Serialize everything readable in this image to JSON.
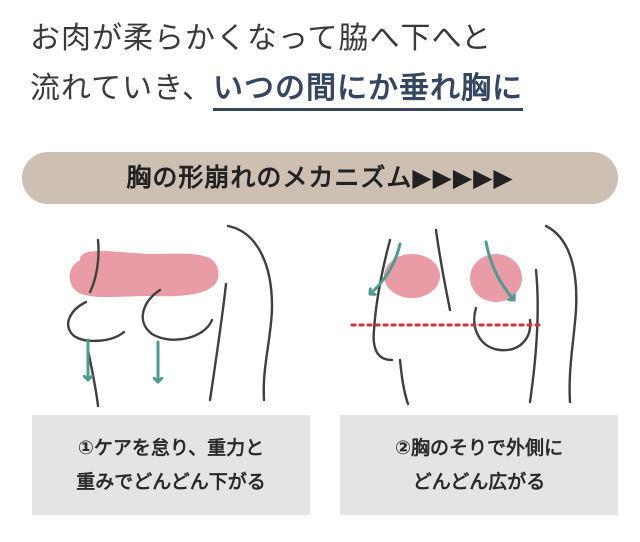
{
  "headline": {
    "line1": "お肉が柔らかくなって脇へ下へと",
    "line2_prefix": "流れていき、",
    "line2_emphasis": "いつの間にか垂れ胸に"
  },
  "mechanism_title": "胸の形崩れのメカニズム▶▶▶▶▶",
  "captions": {
    "left": {
      "line1": "①ケアを怠り、重力と",
      "line2": "重みでどんどん下がる"
    },
    "right": {
      "line1": "②胸のそりで外側に",
      "line2": "どんどん広がる"
    }
  },
  "colors": {
    "heading_text": "#3a3a3a",
    "emphasis": "#36465e",
    "banner_bg": "#cdbfb2",
    "caption_bg": "#e4e4e4",
    "highlight_pink": "#e58a96",
    "arrow_teal": "#4f9b91",
    "dotted_line_red": "#d0303a",
    "body_outline": "#3f3f3f"
  }
}
